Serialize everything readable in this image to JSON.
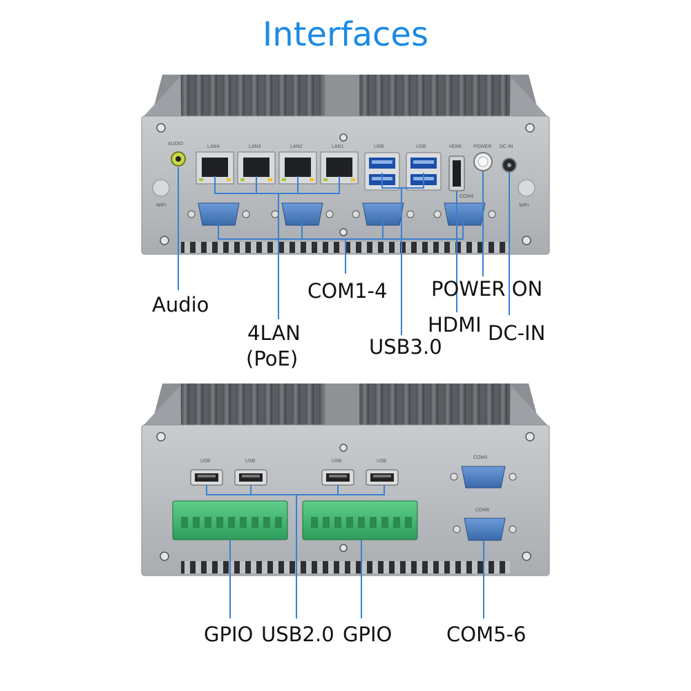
{
  "title": "Interfaces",
  "top_panel": {
    "labels": {
      "audio": "Audio",
      "lan": "4LAN",
      "poe": "(PoE)",
      "com": "COM1-4",
      "usb": "USB3.0",
      "power": "POWER ON",
      "hdmi": "HDMI",
      "dcin": "DC-IN"
    },
    "port_marks": {
      "audio": "AUDIO",
      "lan4": "LAN4",
      "lan3": "LAN3",
      "lan2": "LAN2",
      "lan1": "LAN1",
      "usb": "USB",
      "hdmi": "HDMI",
      "power": "POWER",
      "dcin": "DC-IN",
      "wifi": "WiFi",
      "com4": "COM4"
    }
  },
  "bottom_panel": {
    "labels": {
      "gpio_left": "GPIO",
      "usb2": "USB2.0",
      "gpio_right": "GPIO",
      "com": "COM5-6"
    },
    "port_marks": {
      "usb": "USB",
      "com5": "COM5",
      "com6": "COM6"
    }
  },
  "colors": {
    "title": "#1a8ae6",
    "leader_line": "#3b7fd0",
    "chassis": "#b9bcbf",
    "terminal_block": "#3cb371",
    "db9_port": "#4a7fc0"
  }
}
